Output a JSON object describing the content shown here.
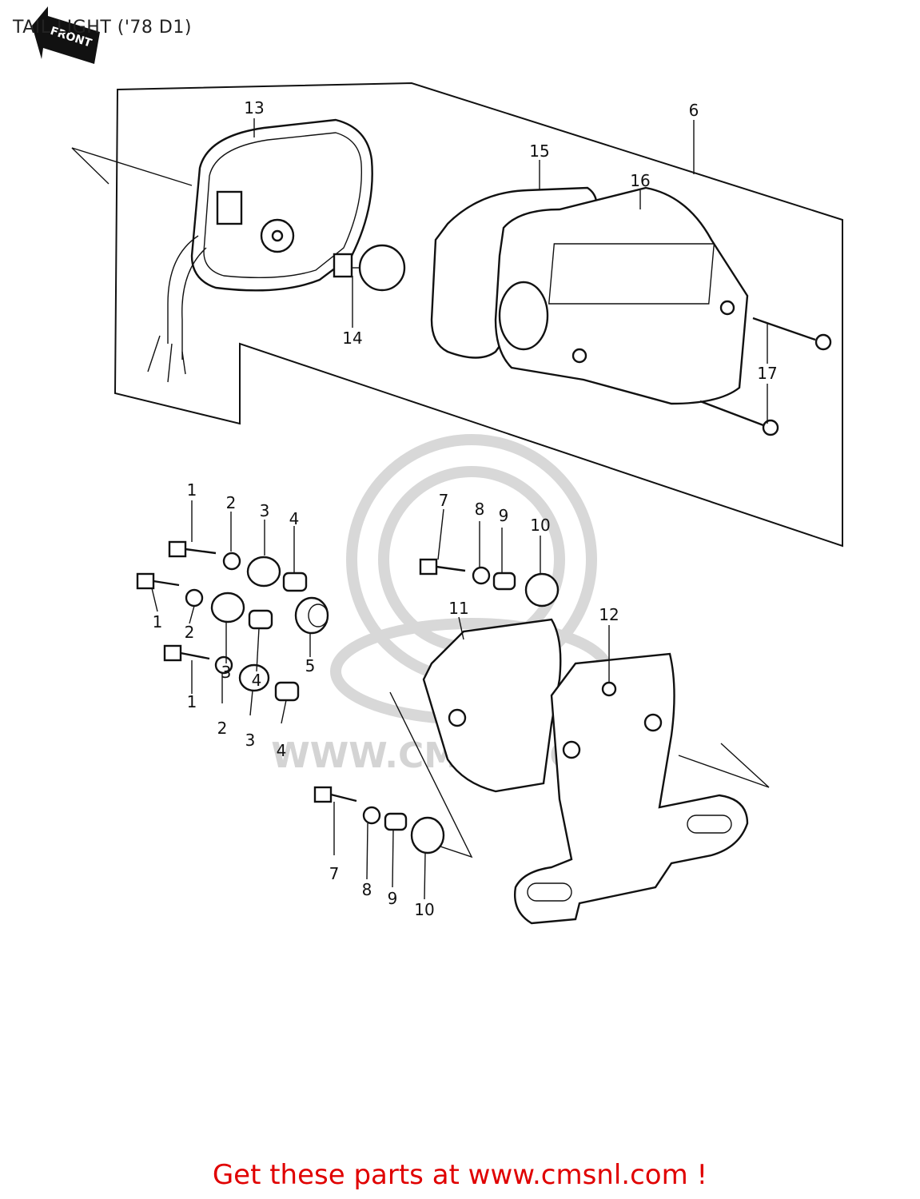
{
  "title": "TAIL LIGHT ('78 D1)",
  "front_label": "FRONT",
  "watermark_text": "WWW.CMSNL.COM",
  "footer": "Get these parts at www.cmsnl.com !",
  "callouts": {
    "c1a": "1",
    "c1b": "1",
    "c1c": "1",
    "c2a": "2",
    "c2b": "2",
    "c2c": "2",
    "c3a": "3",
    "c3b": "3",
    "c3c": "3",
    "c4a": "4",
    "c4b": "4",
    "c4c": "4",
    "c5": "5",
    "c6": "6",
    "c7a": "7",
    "c7b": "7",
    "c8a": "8",
    "c8b": "8",
    "c9a": "9",
    "c9b": "9",
    "c10a": "10",
    "c10b": "10",
    "c11": "11",
    "c12": "12",
    "c13": "13",
    "c14": "14",
    "c15": "15",
    "c16": "16",
    "c17": "17"
  },
  "colors": {
    "footer": "#e00000",
    "lines": "#111111",
    "watermark": "#d8d8d8"
  }
}
